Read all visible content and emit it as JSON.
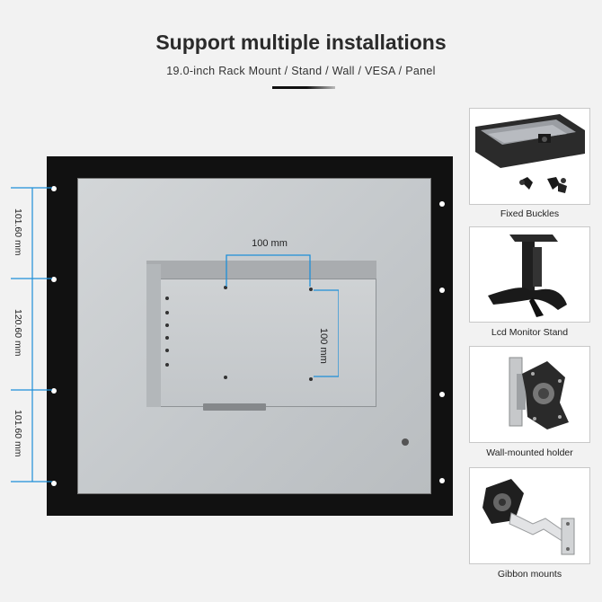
{
  "header": {
    "title": "Support multiple installations",
    "subtitle": "19.0-inch Rack Mount / Stand / Wall / VESA / Panel"
  },
  "main_figure": {
    "vesa_horizontal": "100 mm",
    "vesa_vertical": "100 mm",
    "hole_spacing": [
      "101.60 mm",
      "120.60 mm",
      "101.60 mm"
    ]
  },
  "installations": [
    {
      "label": "Fixed Buckles"
    },
    {
      "label": "Lcd Monitor Stand"
    },
    {
      "label": "Wall-mounted holder"
    },
    {
      "label": "Gibbon mounts"
    }
  ]
}
